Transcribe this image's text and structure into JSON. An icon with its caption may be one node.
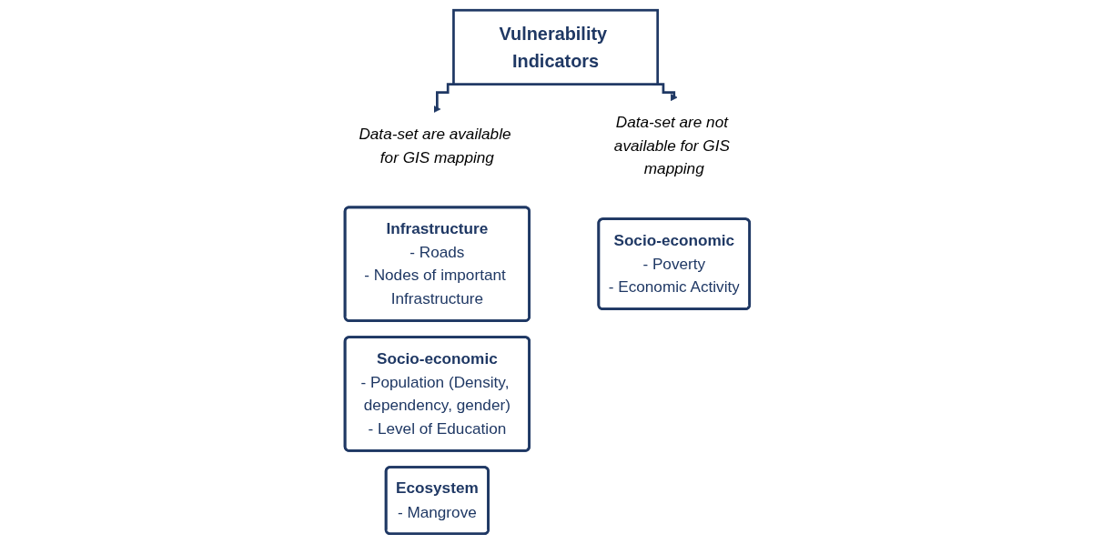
{
  "diagram": {
    "nodes": [
      {
        "text": [
          "Vulnerability Indicators"
        ]
      },
      {
        "text": [
          "Data-set are available for GIS mapping"
        ]
      },
      {
        "text": [
          "Infrastructure",
          "- Roads",
          "- Nodes of important Infrastructure"
        ]
      },
      {
        "text": [
          "Socio-economic",
          "- Population (Density, dependency, gender)",
          "- Level of Education"
        ]
      },
      {
        "text": [
          "Ecosystem",
          "- Mangrove"
        ]
      },
      {
        "text": [
          "Data-set are not available for GIS mapping"
        ]
      },
      {
        "text": [
          "Socio-economic",
          "- Poverty",
          "- Economic Activity"
        ]
      }
    ],
    "edges": [
      {
        "from": 0,
        "to": 1,
        "arrow": "to"
      },
      {
        "from": 0,
        "to": 5,
        "arrow": "to"
      }
    ]
  }
}
